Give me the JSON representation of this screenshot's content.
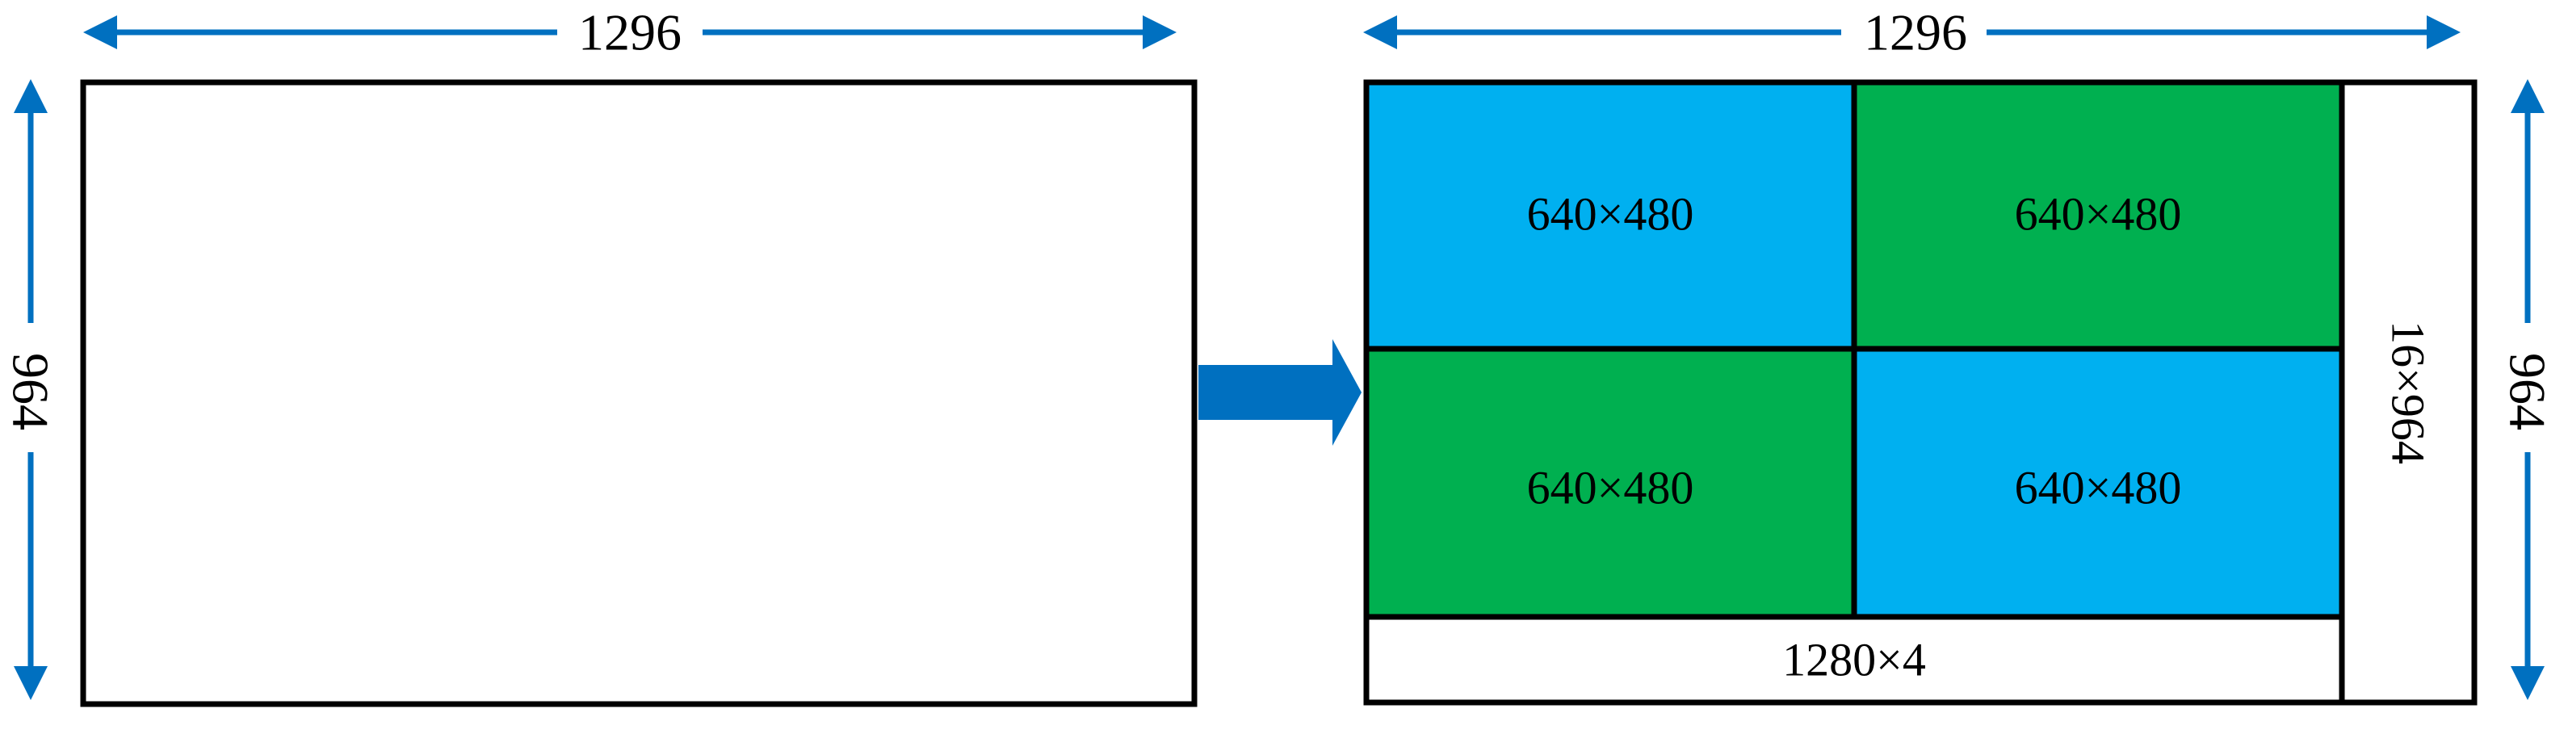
{
  "colors": {
    "arrow": "#0070C0",
    "tile_blue": "#00B0F0",
    "tile_green": "#00B050",
    "outline": "#000000",
    "background": "#FFFFFF"
  },
  "left_frame": {
    "width_label": "1296",
    "height_label": "964"
  },
  "right_frame": {
    "width_label": "1296",
    "height_label": "964",
    "tiles": [
      {
        "label": "640×480",
        "color": "tile_blue"
      },
      {
        "label": "640×480",
        "color": "tile_green"
      },
      {
        "label": "640×480",
        "color": "tile_green"
      },
      {
        "label": "640×480",
        "color": "tile_blue"
      }
    ],
    "bottom_strip_label": "1280×4",
    "side_strip_label": "16×964"
  }
}
